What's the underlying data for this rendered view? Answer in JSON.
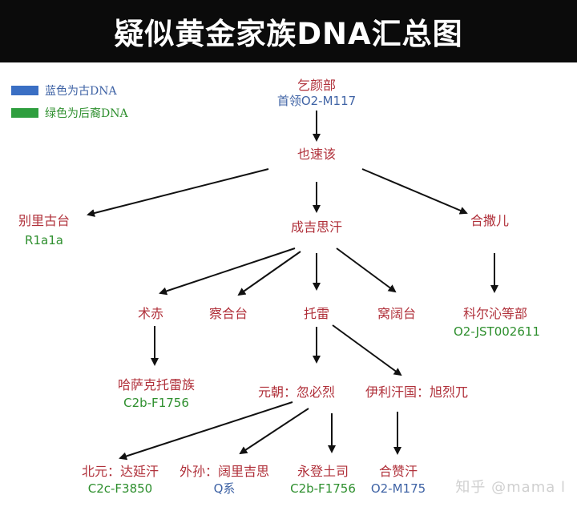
{
  "title": "疑似黄金家族DNA汇总图",
  "legend": {
    "blue": {
      "label": "蓝色为古DNA",
      "color": "#3a6fc4"
    },
    "green": {
      "label": "绿色为后裔DNA",
      "color": "#2e9e3e"
    }
  },
  "nodes": {
    "qiyan": {
      "name": "乞颜部",
      "prefix": "首领",
      "code": "O2-M117"
    },
    "yesugai": {
      "name": "也速该"
    },
    "belgutai": {
      "name": "别里古台",
      "code": "R1a1a"
    },
    "genghis": {
      "name": "成吉思汗"
    },
    "qasar": {
      "name": "合撒儿"
    },
    "jochi": {
      "name": "术赤"
    },
    "chagatai": {
      "name": "察合台"
    },
    "tolui": {
      "name": "托雷"
    },
    "ogedei": {
      "name": "窝阔台"
    },
    "horqin": {
      "name": "科尔沁等部",
      "code": "O2-JST002611"
    },
    "kazakh_tore": {
      "name": "哈萨克托雷族",
      "code": "C2b-F1756"
    },
    "yuan": {
      "name": "元朝：忽必烈"
    },
    "ilkhanate": {
      "name": "伊利汗国：旭烈兀"
    },
    "northern_yuan": {
      "name": "北元：达延汗",
      "code": "C2c-F3850"
    },
    "kuochujisi": {
      "prefix": "外孙：",
      "name": "阔里吉思",
      "code": "Q系"
    },
    "yongdeng": {
      "name": "永登土司",
      "code": "C2b-F1756"
    },
    "ghazan": {
      "name": "合赞汗",
      "code": "O2-M175"
    }
  },
  "watermark": "知乎 @mama l"
}
